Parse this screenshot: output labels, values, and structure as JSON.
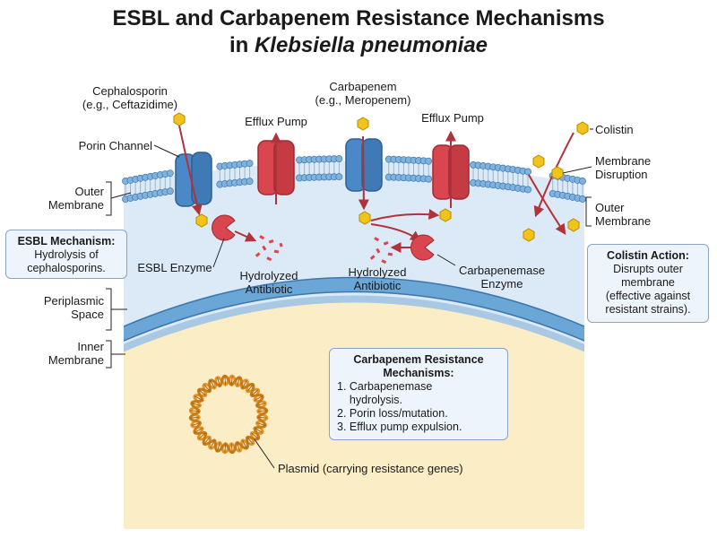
{
  "title": {
    "line1": "ESBL and Carbapenem Resistance Mechanisms",
    "line2_prefix": "in ",
    "line2_species": "Klebsiella pneumoniae"
  },
  "labels": {
    "cephalosporin": "Cephalosporin",
    "cephalosporin_example": "(e.g., Ceftazidime)",
    "carbapenem": "Carbapenem",
    "carbapenem_example": "(e.g., Meropenem)",
    "efflux_pump_1": "Efflux Pump",
    "efflux_pump_2": "Efflux Pump",
    "colistin": "Colistin",
    "porin_channel": "Porin Channel",
    "membrane_disruption_1": "Membrane",
    "membrane_disruption_2": "Disruption",
    "outer_membrane_left_1": "Outer",
    "outer_membrane_left_2": "Membrane",
    "outer_membrane_right_1": "Outer",
    "outer_membrane_right_2": "Membrane",
    "esbl_enzyme": "ESBL Enzyme",
    "hydrolyzed_antibiotic_1a": "Hydrolyzed",
    "hydrolyzed_antibiotic_1b": "Antibiotic",
    "hydrolyzed_antibiotic_2a": "Hydrolyzed",
    "hydrolyzed_antibiotic_2b": "Antibiotic",
    "carbapenemase_enzyme_1": "Carbapenemase",
    "carbapenemase_enzyme_2": "Enzyme",
    "periplasmic_space_1": "Periplasmic",
    "periplasmic_space_2": "Space",
    "inner_membrane_1": "Inner",
    "inner_membrane_2": "Membrane",
    "plasmid": "Plasmid (carrying resistance genes)"
  },
  "esbl_box": {
    "heading": "ESBL Mechanism:",
    "line1": "Hydrolysis of",
    "line2": "cephalosporins."
  },
  "colistin_box": {
    "heading": "Colistin Action:",
    "line1": "Disrupts outer",
    "line2": "membrane",
    "line3": "(effective against",
    "line4": "resistant strains)."
  },
  "carbapenem_box": {
    "heading1": "Carbapenem Resistance",
    "heading2": "Mechanisms:",
    "steps": [
      {
        "line1": "1. Carbapenemase",
        "line2": "hydrolysis."
      },
      {
        "line1": "2. Porin loss/mutation."
      },
      {
        "line1": "3. Efflux pump expulsion."
      }
    ]
  },
  "colors": {
    "periplasm": "#dce9f6",
    "cytoplasm": "#fbeec6",
    "porin": "#4a88c7",
    "efflux_pump": "#d9464f",
    "enzyme": "#d9464f",
    "antibiotic": "#f2c318",
    "arrow": "#b0333b",
    "plasmid": "#e0962a",
    "inner_membrane": "#6aa6d6"
  }
}
